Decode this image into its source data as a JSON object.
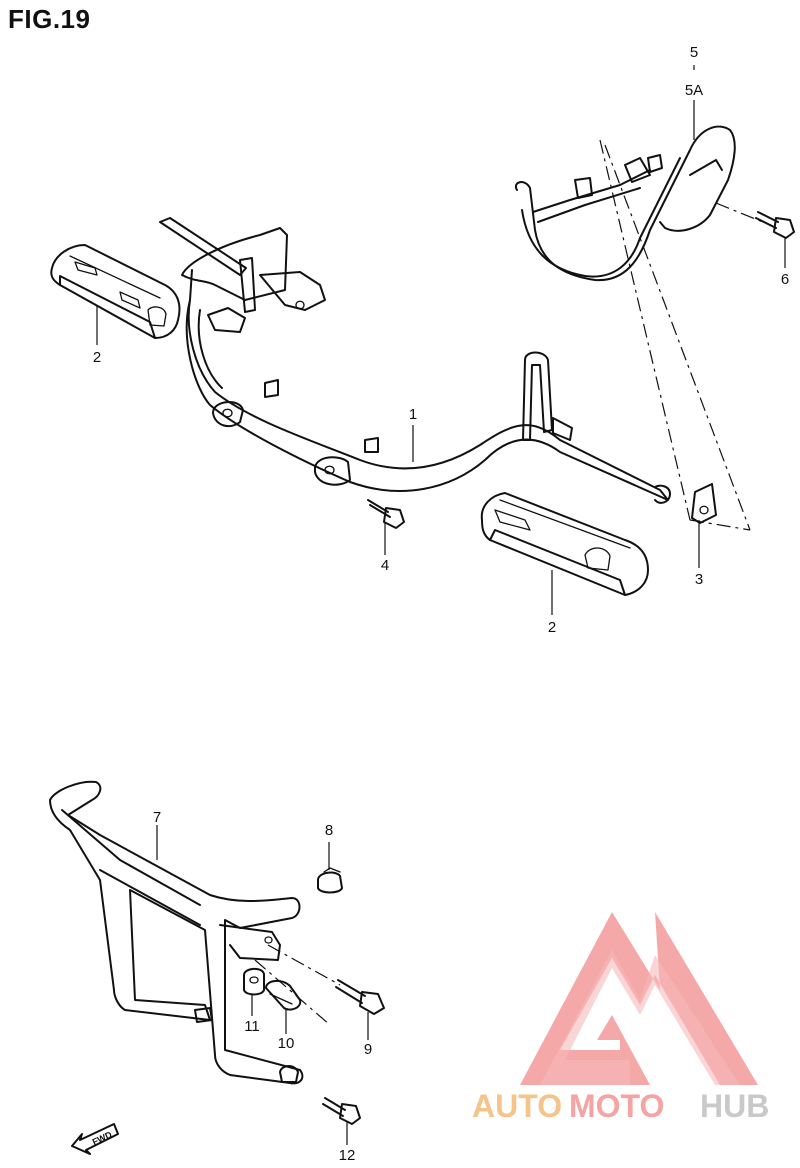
{
  "figure": {
    "title": "FIG.19"
  },
  "callouts": {
    "c1": "1",
    "c2a": "2",
    "c2b": "2",
    "c3": "3",
    "c4": "4",
    "c5": "5",
    "c5a": "5A",
    "c6": "6",
    "c7": "7",
    "c8": "8",
    "c9": "9",
    "c10": "10",
    "c11": "11",
    "c12": "12"
  },
  "fwd_badge": {
    "label": "FWD"
  },
  "watermark": {
    "part1": "AUTO",
    "part2": "MOTO",
    "part3": "HUB",
    "colors": {
      "auto": "#f6c489",
      "moto": "#f5a3a3",
      "hub": "#c9c9c9",
      "logo": "#f28b8b"
    }
  }
}
